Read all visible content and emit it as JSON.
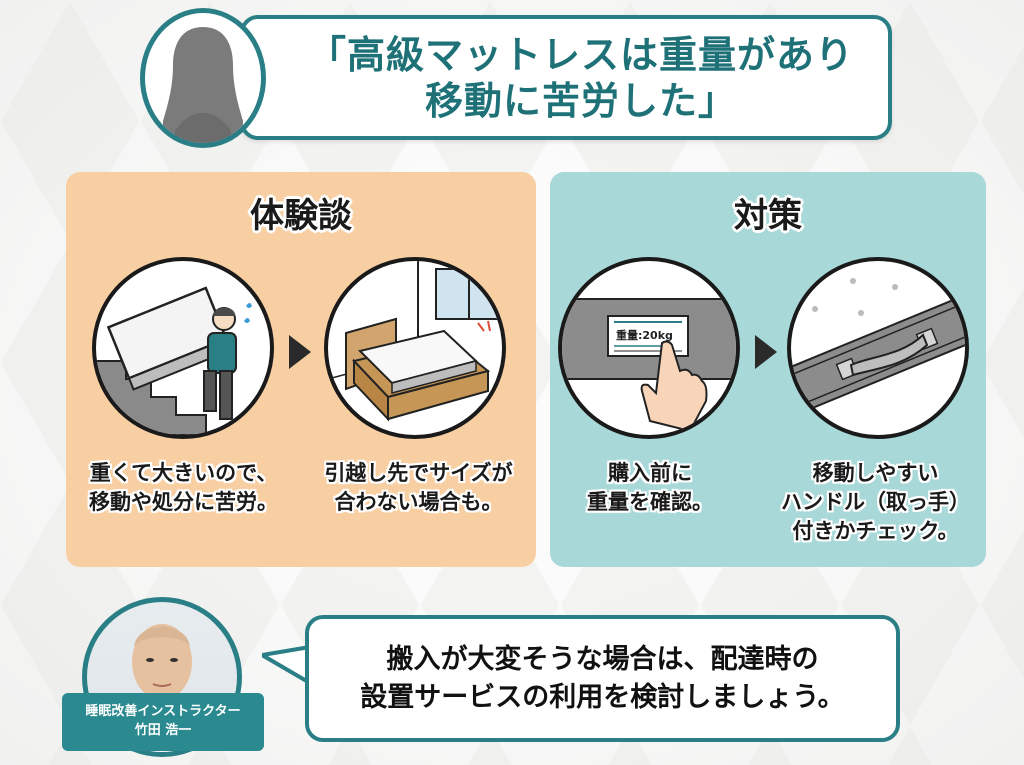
{
  "header": {
    "quote_lines": [
      "「高級マットレスは重量があり",
      "移動に苦労した」"
    ],
    "avatar_icon": "woman-silhouette-icon"
  },
  "panels": {
    "experience": {
      "title": "体験談",
      "items": [
        {
          "caption_lines": [
            "重くて大きいので、",
            "移動や処分に苦労。"
          ],
          "illustration": "person-carrying-mattress-up-stairs"
        },
        {
          "caption_lines": [
            "引越し先でサイズが",
            "合わない場合も。"
          ],
          "illustration": "mattress-misfit-bed-frame"
        }
      ],
      "background_color": "#f8cfa2"
    },
    "countermeasure": {
      "title": "対策",
      "items": [
        {
          "caption_lines": [
            "購入前に",
            "重量を確認。"
          ],
          "illustration": "finger-pointing-weight-label",
          "label_text": "重量:20kg"
        },
        {
          "caption_lines": [
            "移動しやすい",
            "ハンドル（取っ手）",
            "付きかチェック。"
          ],
          "illustration": "mattress-side-handle"
        }
      ],
      "background_color": "#a9d8d8"
    }
  },
  "expert": {
    "title": "睡眠改善インストラクター",
    "name": "竹田 浩一",
    "advice_lines": [
      "搬入が大変そうな場合は、配達時の",
      "設置サービスの利用を検討しましょう。"
    ]
  },
  "colors": {
    "accent": "#2a7f86",
    "label_bg": "#2a8a90"
  }
}
